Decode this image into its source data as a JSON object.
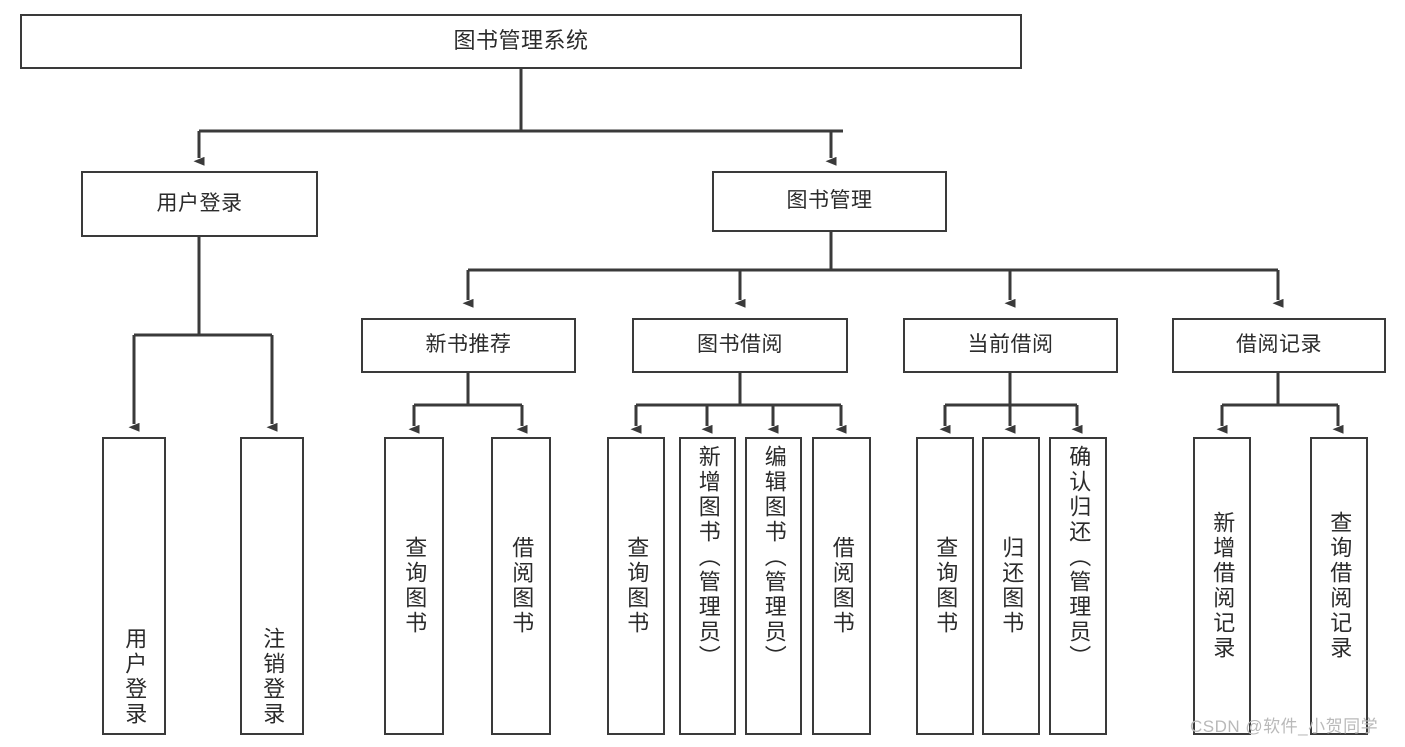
{
  "diagram": {
    "title": "图书管理系统",
    "type": "tree",
    "background": "#ffffff",
    "line_color": "#3a3a3a",
    "text_color": "#2b2b2b",
    "root": {
      "id": "root",
      "label": "图书管理系统"
    },
    "level2": [
      {
        "id": "user-login",
        "label": "用户登录"
      },
      {
        "id": "book-manage",
        "label": "图书管理"
      }
    ],
    "level3": [
      {
        "id": "new-book-rec",
        "label": "新书推荐"
      },
      {
        "id": "book-borrow",
        "label": "图书借阅"
      },
      {
        "id": "current-borrow",
        "label": "当前借阅"
      },
      {
        "id": "borrow-record",
        "label": "借阅记录"
      }
    ],
    "leaves": {
      "user_login": [
        {
          "id": "leaf-user-login",
          "label": "用户登录"
        },
        {
          "id": "leaf-logout",
          "label": "注销登录"
        }
      ],
      "new_book_rec": [
        {
          "id": "leaf-query-book-1",
          "label": "查询图书"
        },
        {
          "id": "leaf-borrow-book-1",
          "label": "借阅图书"
        }
      ],
      "book_borrow": [
        {
          "id": "leaf-query-book-2",
          "label": "查询图书"
        },
        {
          "id": "leaf-add-book",
          "label": "新增图书（管理员）"
        },
        {
          "id": "leaf-edit-book",
          "label": "编辑图书（管理员）"
        },
        {
          "id": "leaf-borrow-book-2",
          "label": "借阅图书"
        }
      ],
      "current_borrow": [
        {
          "id": "leaf-query-book-3",
          "label": "查询图书"
        },
        {
          "id": "leaf-return-book",
          "label": "归还图书"
        },
        {
          "id": "leaf-confirm-return",
          "label": "确认归还（管理员）"
        }
      ],
      "borrow_record": [
        {
          "id": "leaf-add-record",
          "label": "新增借阅记录"
        },
        {
          "id": "leaf-query-record",
          "label": "查询借阅记录"
        }
      ]
    }
  },
  "watermark": {
    "text": "CSDN @软件_小贺同学"
  }
}
